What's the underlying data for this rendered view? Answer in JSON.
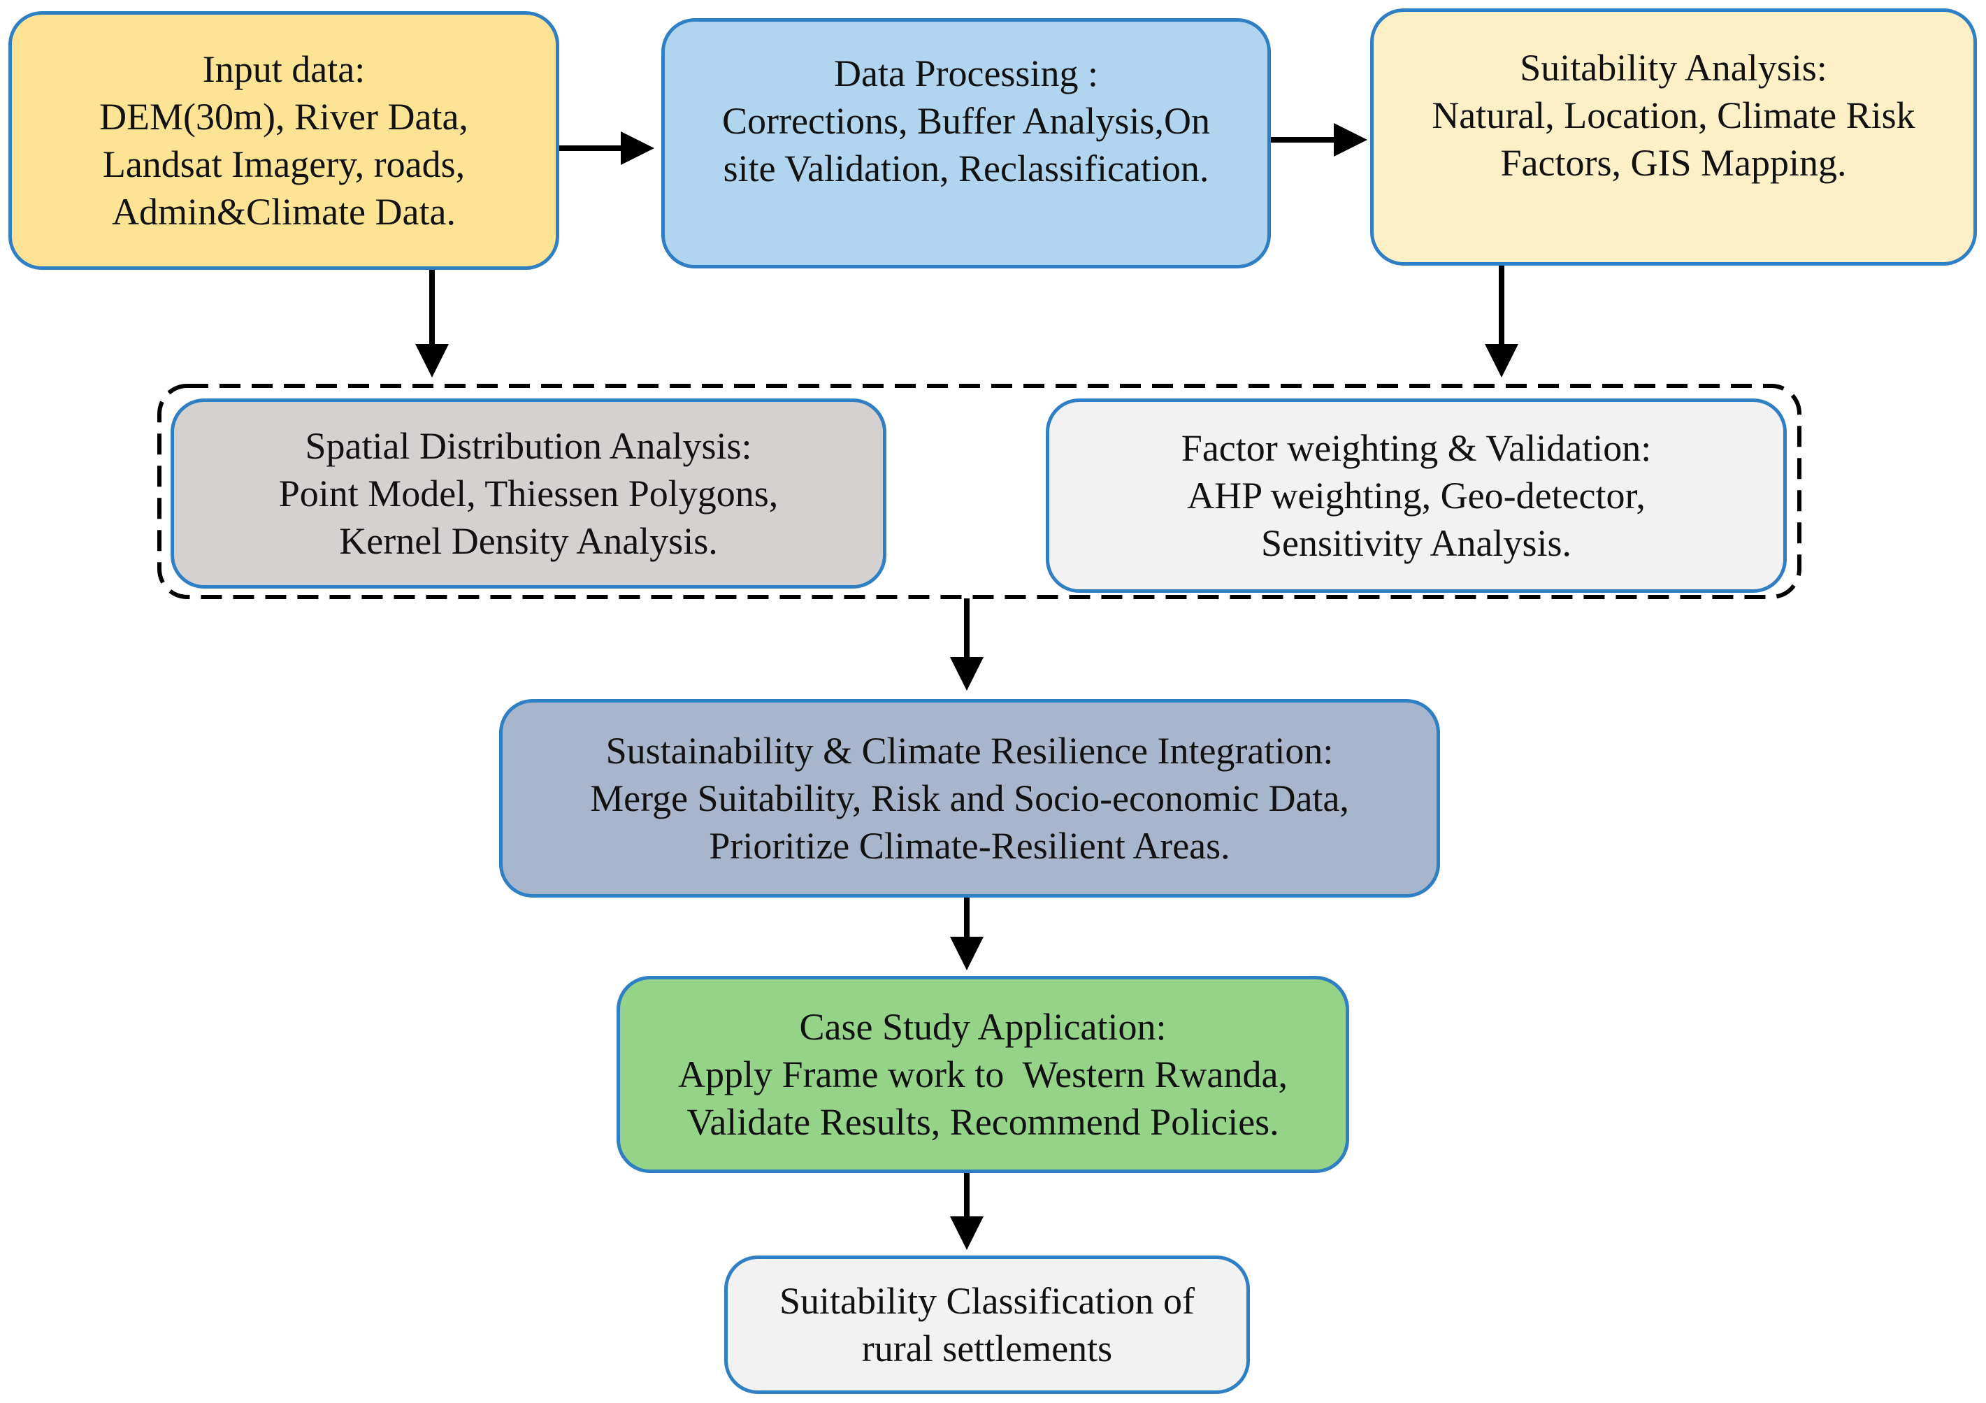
{
  "colors": {
    "border": "#2f7fc4",
    "input_fill": "#fde495",
    "processing_fill": "#b1d5ee",
    "suitability_fill": "#fef0c6",
    "spatial_fill": "#d5d1d1",
    "factor_fill": "#f2f2f2",
    "integration_fill": "#a7b6cc",
    "case_fill": "#95d389",
    "result_fill": "#f2f2f2",
    "arrow": "#000000"
  },
  "boxes": {
    "input": {
      "lines": [
        "Input data:",
        "DEM(30m), River Data,",
        "Landsat Imagery, roads,",
        "Admin&Climate Data."
      ]
    },
    "processing": {
      "lines": [
        "Data Processing :",
        "Corrections, Buffer Analysis,On",
        "site Validation, Reclassification."
      ]
    },
    "suitability": {
      "lines": [
        "Suitability Analysis:",
        "Natural, Location, Climate Risk",
        "Factors, GIS Mapping."
      ]
    },
    "spatial": {
      "lines": [
        "Spatial Distribution Analysis:",
        "Point Model, Thiessen Polygons,",
        "Kernel Density Analysis."
      ]
    },
    "factor": {
      "lines": [
        "Factor weighting & Validation:",
        "AHP weighting, Geo-detector,",
        "Sensitivity Analysis."
      ]
    },
    "integration": {
      "lines": [
        "Sustainability & Climate Resilience Integration:",
        "Merge Suitability, Risk and Socio-economic Data,",
        "Prioritize Climate-Resilient Areas."
      ]
    },
    "case": {
      "lines": [
        "Case Study Application:",
        "Apply Frame work to  Western Rwanda,",
        "Validate Results, Recommend Policies."
      ]
    },
    "result": {
      "lines": [
        "Suitability Classification of",
        "rural settlements"
      ]
    }
  }
}
